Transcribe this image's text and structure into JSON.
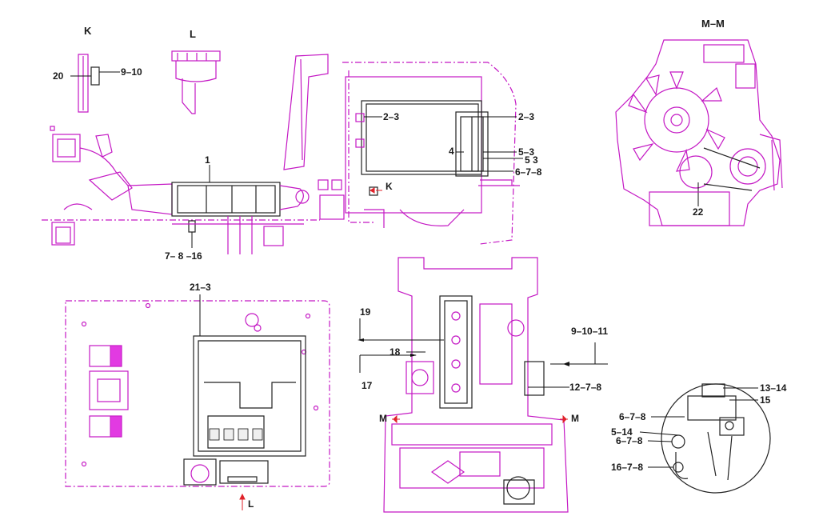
{
  "views": {
    "k": "K",
    "l": "L",
    "mm": "M–M"
  },
  "labels": {
    "l20": "20",
    "l9_10_top": "9–10",
    "l1": "1",
    "l7_8_16": "7– 8 –16",
    "l2_3_left": "2–3",
    "l2_3_right": "2–3",
    "l4": "4",
    "l5_3a": "5–3",
    "l5_3b": "5  3",
    "l6_7_8_top": "6–7–8",
    "l_k_arrow": "K",
    "l22": "22",
    "l21_3": "21–3",
    "l19": "19",
    "l18": "18",
    "l17": "17",
    "l9_10_11": "9–10–11",
    "l12_7_8": "12–7–8",
    "l_m_left": "M",
    "l_m_right": "M",
    "l_l_arrow": "L",
    "l13_14": "13–14",
    "l15": "15",
    "l6_7_8_a": "6–7–8",
    "l5_14": "5–14",
    "l6_7_8_b": "6–7–8",
    "l16_7_8": "16–7–8"
  },
  "colors": {
    "line_art": "#c418c4",
    "leader": "#111111",
    "section_arrow": "#e0222a"
  }
}
